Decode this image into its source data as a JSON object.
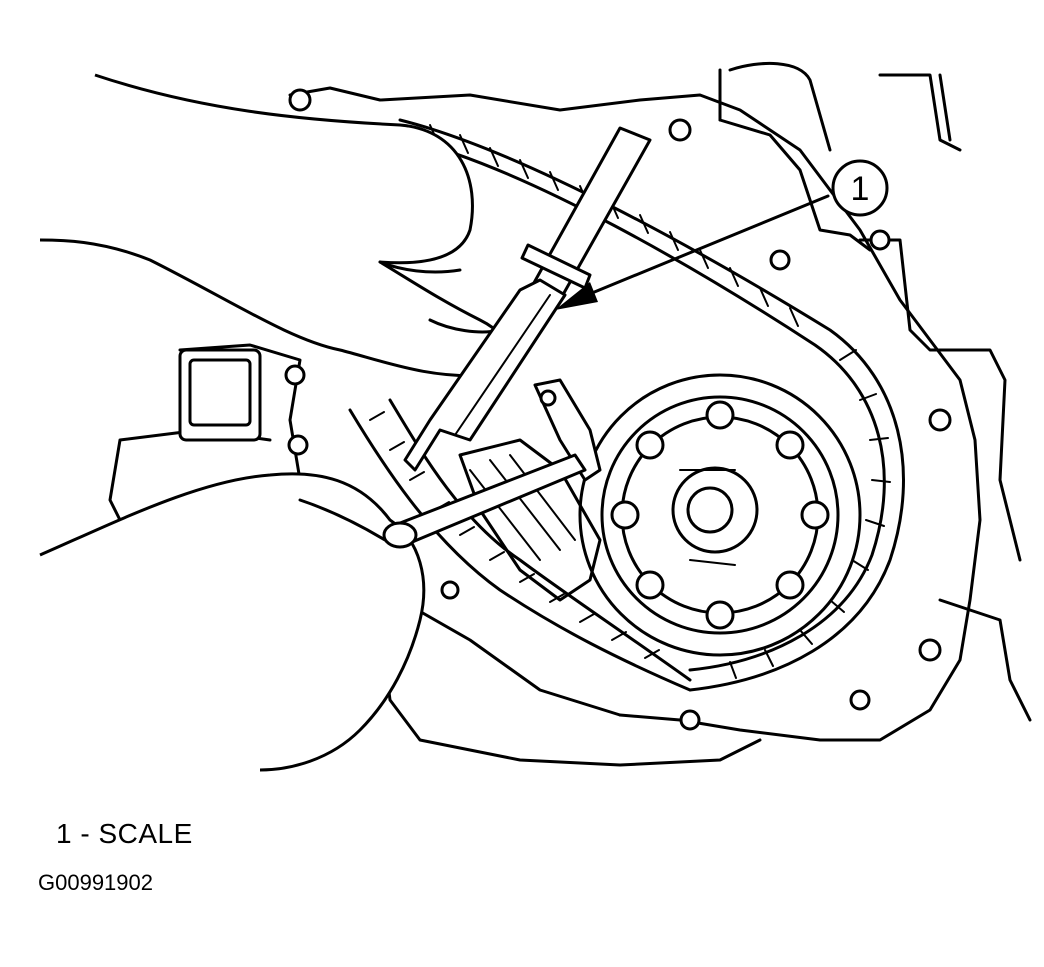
{
  "callout": {
    "number": "1"
  },
  "legend": [
    {
      "number": "1",
      "label": "SCALE",
      "text": "1 - SCALE"
    }
  ],
  "figure_id": "G00991902",
  "colors": {
    "line": "#000000",
    "background": "#ffffff"
  }
}
